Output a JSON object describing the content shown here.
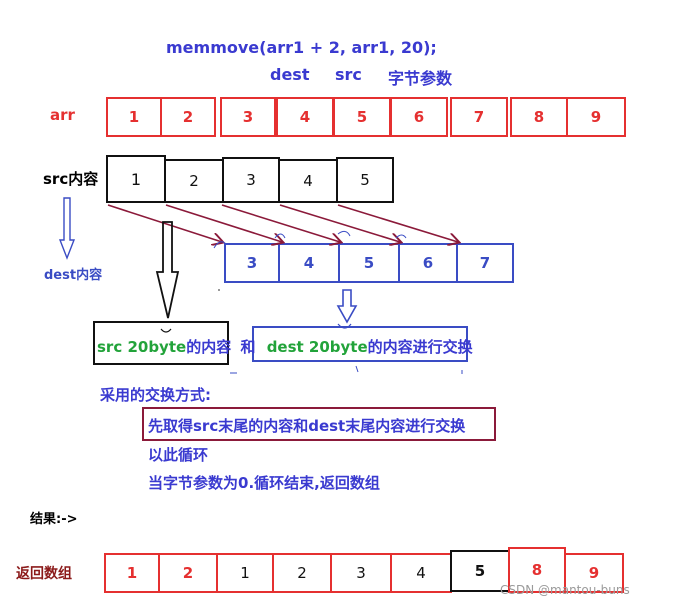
{
  "header": {
    "code": "memmove(arr1 + 2, arr1, 20);",
    "param_dest": "dest",
    "param_src": "src",
    "param_bytes": "字节参数"
  },
  "arr": {
    "label": "arr",
    "cells": [
      "1",
      "2",
      "3",
      "4",
      "5",
      "6",
      "7",
      "8",
      "9"
    ]
  },
  "src": {
    "label": "src内容",
    "cells": [
      "1",
      "2",
      "3",
      "4",
      "5"
    ]
  },
  "dest": {
    "label": "dest内容",
    "cells": [
      "3",
      "4",
      "5",
      "6",
      "7"
    ]
  },
  "exchange": {
    "src_part1": "src 20byte",
    "src_part2": "的内容",
    "and": "和",
    "dest_part1": "dest 20byte",
    "dest_part2": "的内容进行交换"
  },
  "method": {
    "title": "采用的交换方式:",
    "line1": "先取得src末尾的内容和dest末尾内容进行交换",
    "line2": "以此循环",
    "line3": "当字节参数为0.循环结束,返回数组"
  },
  "result": {
    "label": "结果:->",
    "return_label": "返回数组",
    "cells": [
      "1",
      "2",
      "1",
      "2",
      "3",
      "4",
      "5",
      "8",
      "9"
    ]
  },
  "watermark": "CSDN @mantou-buns",
  "colors": {
    "red": "#e53030",
    "blue": "#3a4cc4",
    "dark_red": "#8b1a1a",
    "green": "#22a33a",
    "arrow_maroon": "#8b1a3a"
  }
}
